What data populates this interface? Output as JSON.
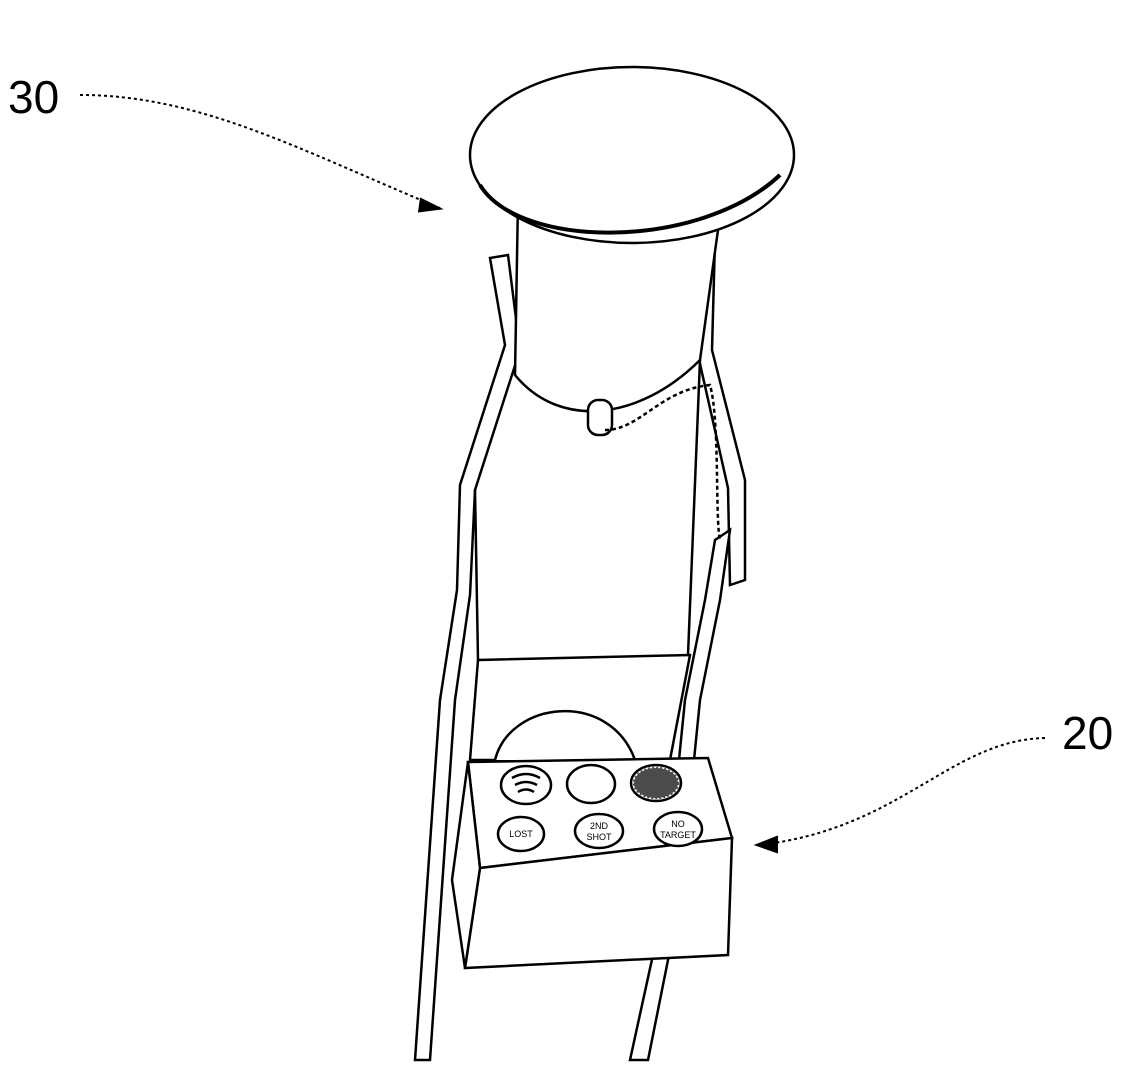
{
  "labels": {
    "device": "30",
    "control_box": "20"
  },
  "buttons": [
    {
      "icon": "wifi-icon",
      "label": ""
    },
    {
      "icon": "blank",
      "label": ""
    },
    {
      "icon": "hatched-indicator",
      "label": ""
    },
    {
      "label": "LOST"
    },
    {
      "label_line1": "2ND",
      "label_line2": "SHOT"
    },
    {
      "label_line1": "NO",
      "label_line2": "TARGET"
    }
  ]
}
